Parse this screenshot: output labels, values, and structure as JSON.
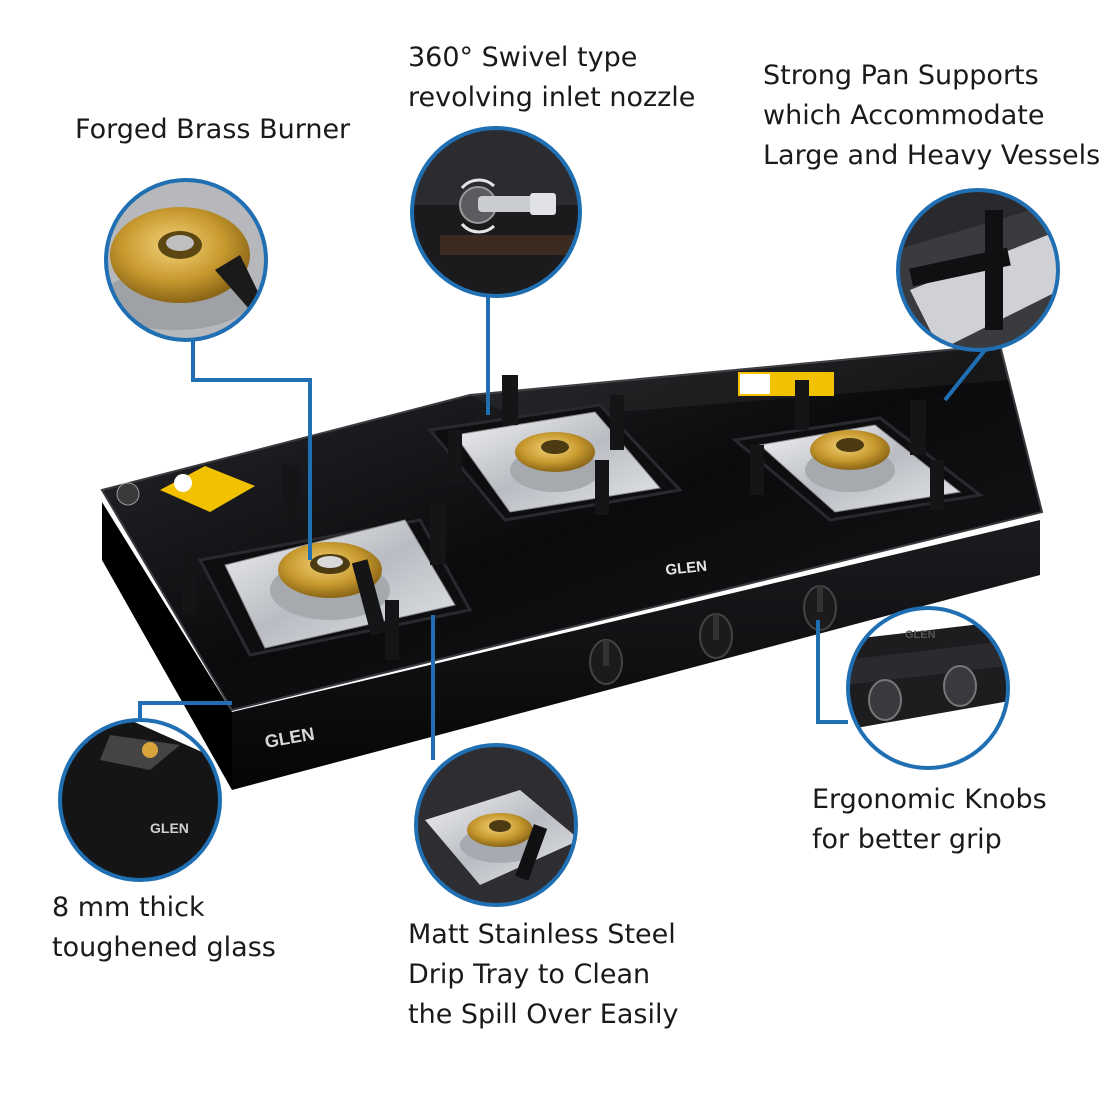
{
  "labels": {
    "brass_burner": "Forged Brass Burner",
    "swivel": [
      "360° Swivel type",
      "revolving inlet nozzle"
    ],
    "pan_supports": [
      "Strong Pan Supports",
      "which Accommodate",
      "Large and Heavy Vessels"
    ],
    "knobs": [
      "Ergonomic Knobs",
      "for better grip"
    ],
    "glass": [
      "8 mm thick",
      "toughened glass"
    ],
    "drip_tray": [
      "Matt Stainless Steel",
      "Drip Tray to Clean",
      "the Spill Over Easily"
    ]
  },
  "brand": "GLEN",
  "colors": {
    "callout_line": "#1f6fb2",
    "glass_top": "#0d0d0f",
    "steel": "#c9ccd1",
    "brass": "#c9a23a"
  },
  "icons": [
    "brass-burner-icon",
    "swivel-nozzle-icon",
    "pan-support-icon",
    "knob-icon",
    "glass-edge-icon",
    "drip-tray-icon"
  ]
}
